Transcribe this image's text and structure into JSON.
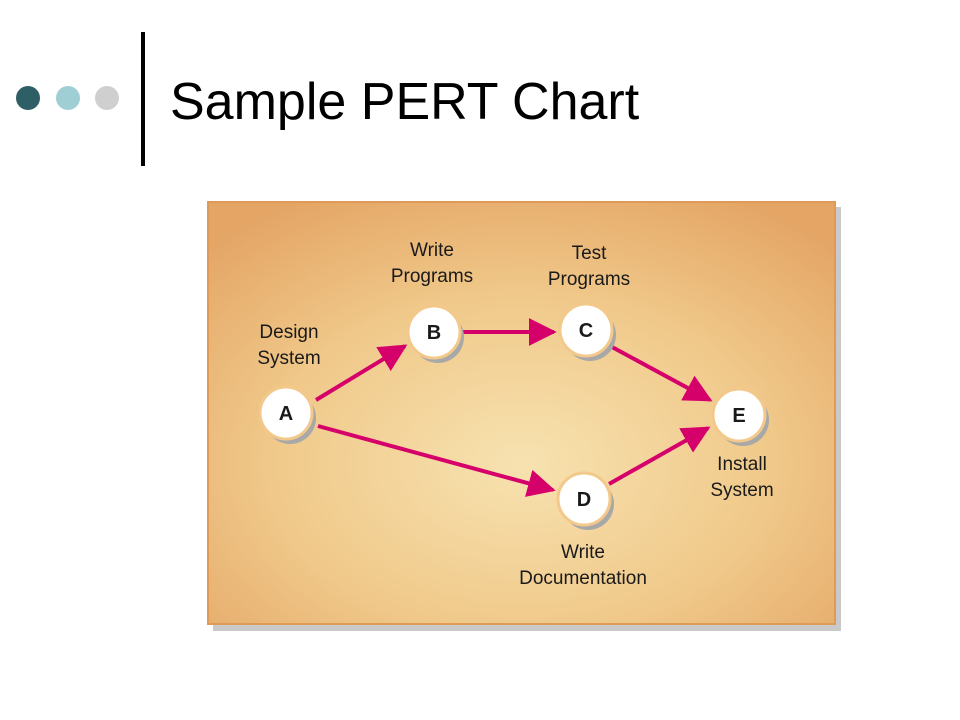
{
  "slide": {
    "title": "Sample PERT Chart"
  },
  "diagram": {
    "nodes": [
      {
        "id": "A",
        "label": "A",
        "caption": [
          "Design",
          "System"
        ]
      },
      {
        "id": "B",
        "label": "B",
        "caption": [
          "Write",
          "Programs"
        ]
      },
      {
        "id": "C",
        "label": "C",
        "caption": [
          "Test",
          "Programs"
        ]
      },
      {
        "id": "D",
        "label": "D",
        "caption": [
          "Write",
          "Documentation"
        ]
      },
      {
        "id": "E",
        "label": "E",
        "caption": [
          "Install",
          "System"
        ]
      }
    ],
    "edges": [
      {
        "from": "A",
        "to": "B"
      },
      {
        "from": "B",
        "to": "C"
      },
      {
        "from": "C",
        "to": "E"
      },
      {
        "from": "A",
        "to": "D"
      },
      {
        "from": "D",
        "to": "E"
      }
    ],
    "colors": {
      "panel_edge": "#e09a57",
      "panel_center": "#f7e2b0",
      "arrow": "#d6006b",
      "node_fill": "#ffffff",
      "node_ring": "#f3c98b"
    }
  }
}
